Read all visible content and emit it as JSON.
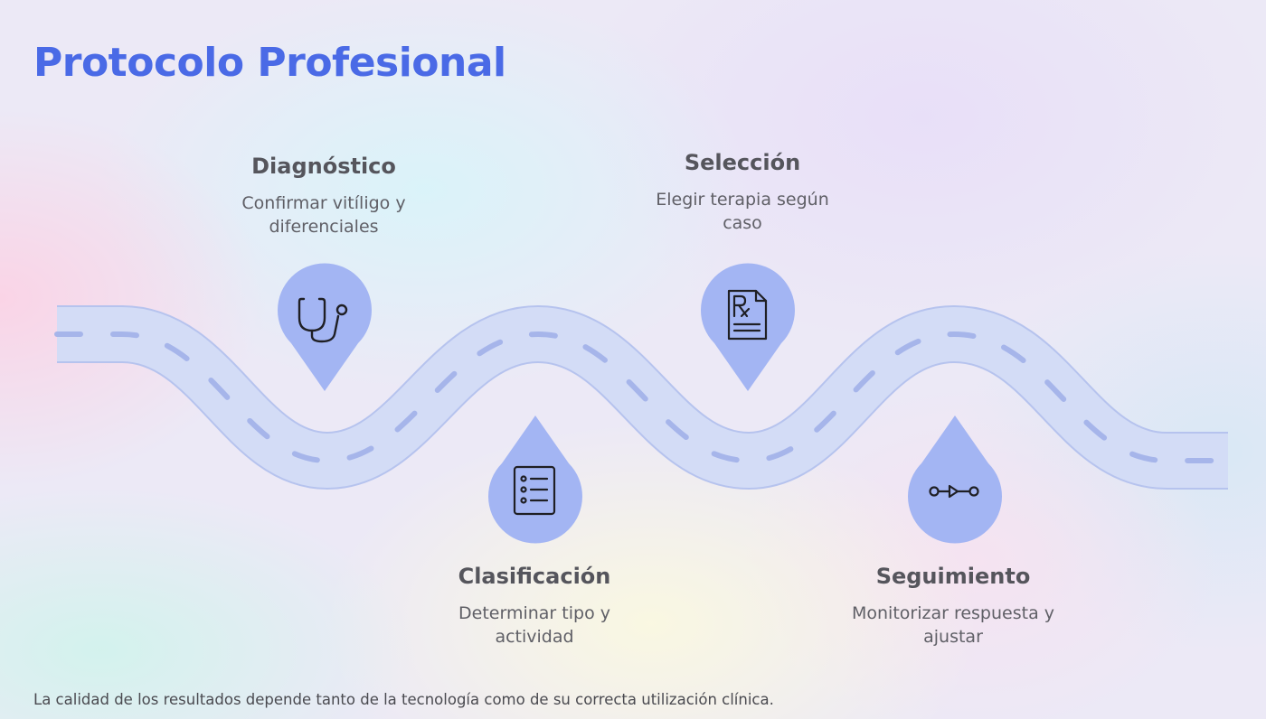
{
  "title": "Protocolo Profesional",
  "steps": [
    {
      "title": "Diagnóstico",
      "description": "Confirmar vitíligo y diferenciales",
      "icon": "stethoscope-icon"
    },
    {
      "title": "Clasificación",
      "description": "Determinar tipo y actividad",
      "icon": "checklist-icon"
    },
    {
      "title": "Selección",
      "description": "Elegir terapia según caso",
      "icon": "prescription-icon"
    },
    {
      "title": "Seguimiento",
      "description": "Monitorizar respuesta y ajustar",
      "icon": "progress-arrow-icon"
    }
  ],
  "footer": "La calidad de los resultados depende tanto de la tecnología como de su correcta utilización clínica.",
  "colors": {
    "title": "#4a6ae6",
    "road": "#d3dcf6",
    "road_edge": "#b6c3ee",
    "dashes": "#a6b5ea",
    "pin": "#a3b5f3",
    "icon": "#1f1f24"
  }
}
